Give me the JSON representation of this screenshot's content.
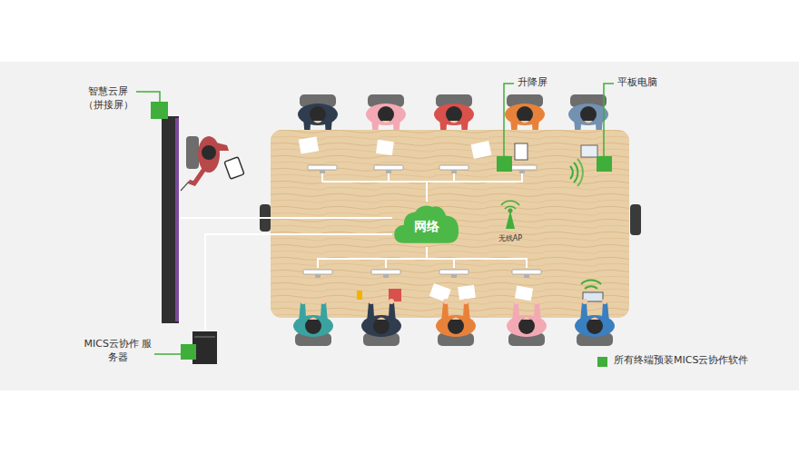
{
  "diagram": {
    "nodes": [
      {
        "text": [
          "网络"
        ]
      }
    ],
    "labels": [
      "智慧云屏 （拼接屏）",
      "升降屏",
      "平板电脑",
      "无线AP",
      "MICS云协作 服务器"
    ],
    "legend": [
      {
        "text": "所有终端预装MICS云协作软件",
        "color": "#3fae3a"
      }
    ]
  }
}
